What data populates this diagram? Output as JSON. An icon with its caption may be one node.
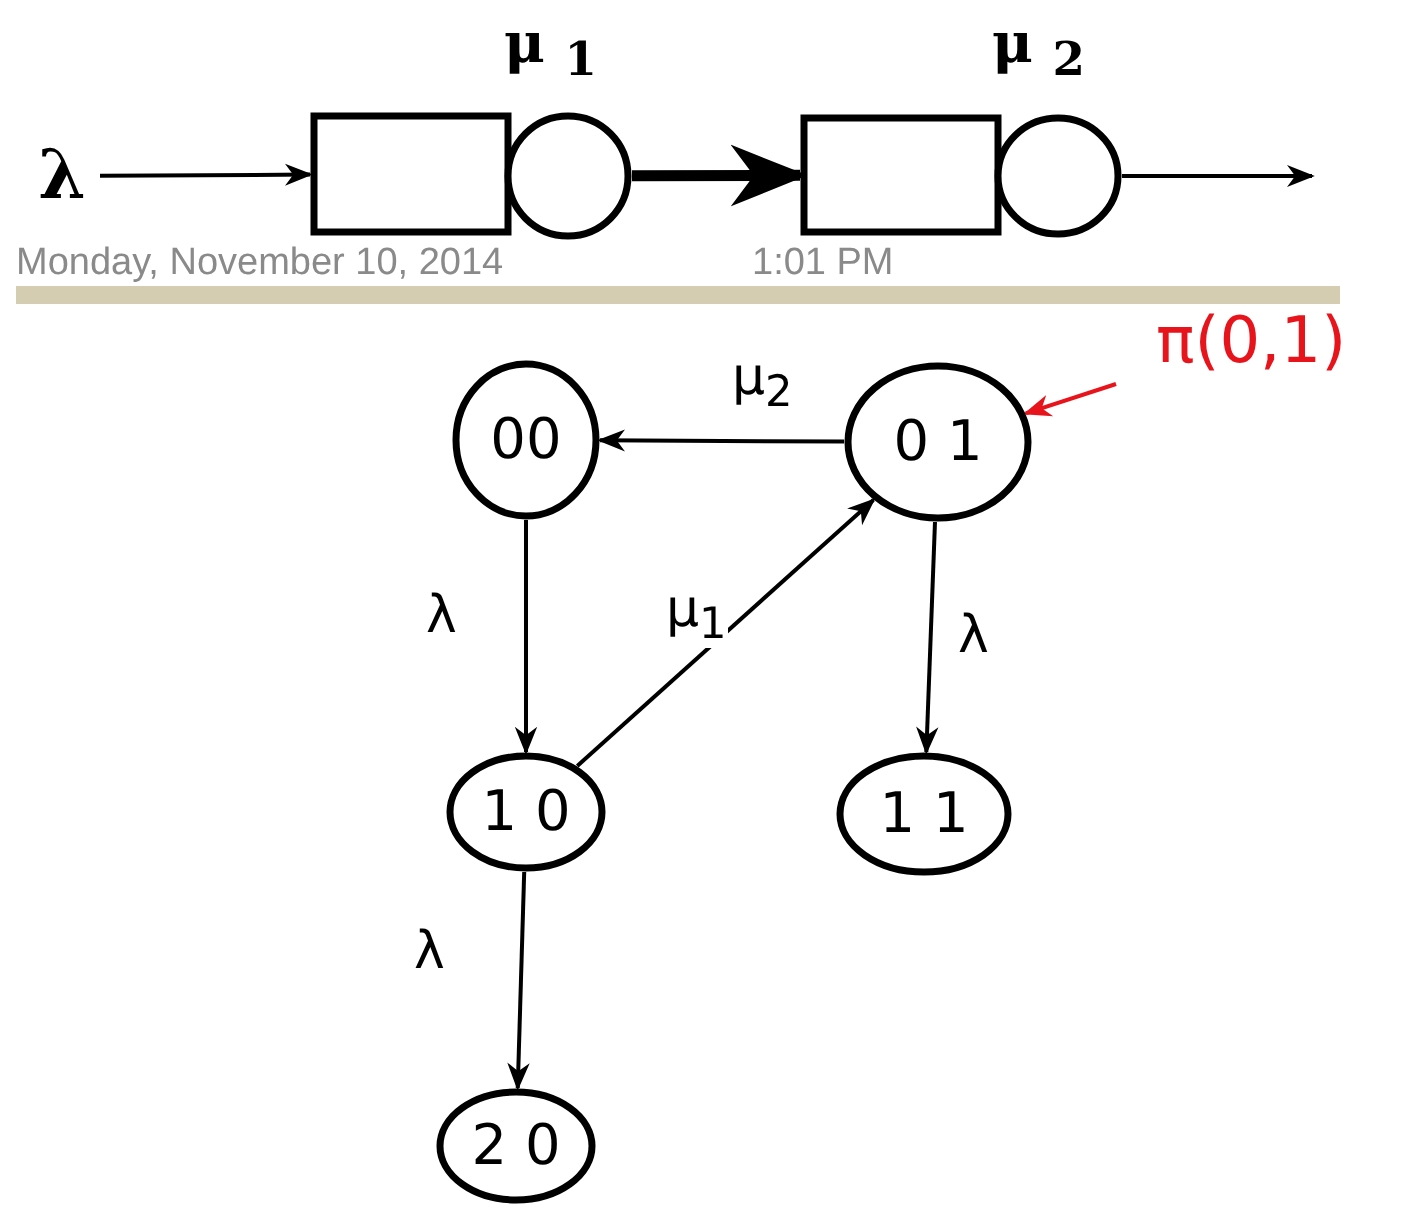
{
  "diagram": {
    "nodes": [
      {
        "text": [
          "λ"
        ]
      },
      {
        "text": [],
        "shape": "box"
      },
      {
        "text": [],
        "shape": "circle",
        "beside": [
          "μ $_{1}$"
        ]
      },
      {
        "text": [],
        "shape": "box"
      },
      {
        "text": [],
        "shape": "circle",
        "beside": [
          "μ $_{2}$"
        ]
      },
      {
        "text": [
          "00"
        ]
      },
      {
        "text": [
          "0 1"
        ]
      },
      {
        "text": [
          "1 0"
        ]
      },
      {
        "text": [
          "1 1"
        ]
      },
      {
        "text": [
          "2 0"
        ]
      },
      {
        "text": [
          "π(0,1)"
        ]
      }
    ],
    "edges": [
      {
        "from": 0,
        "to": 1,
        "arrow": "to"
      },
      {
        "from": 2,
        "to": 3,
        "arrow": "to",
        "style": "thick"
      },
      {
        "from": 4,
        "to": null,
        "arrow": "to"
      },
      {
        "from": 6,
        "to": 5,
        "arrow": "to",
        "label": "μ$_{2}$"
      },
      {
        "from": 5,
        "to": 7,
        "arrow": "to",
        "label": "λ"
      },
      {
        "from": 7,
        "to": 6,
        "arrow": "to",
        "label": "μ$_{1}$"
      },
      {
        "from": 6,
        "to": 8,
        "arrow": "to",
        "label": "λ"
      },
      {
        "from": 7,
        "to": 9,
        "arrow": "to",
        "label": "λ"
      },
      {
        "from": 10,
        "to": 6,
        "arrow": "to",
        "color": "#e8141c"
      }
    ],
    "labels": [
      "Monday, November 10, 2014",
      "1:01 PM"
    ]
  }
}
